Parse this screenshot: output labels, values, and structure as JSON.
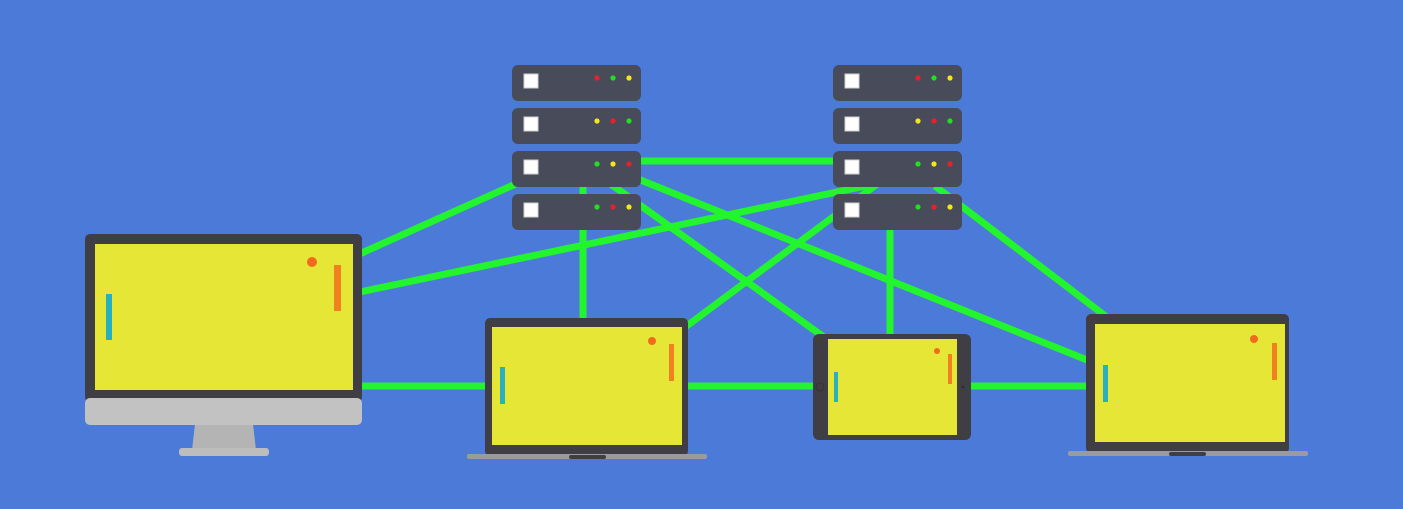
{
  "colors": {
    "background": "#4b7ad8",
    "link": "#22f52e",
    "server_body": "#484c5a",
    "device_frame": "#3e3e44",
    "screen": "#e6e636",
    "left_paddle": "#28b0c0",
    "right_paddle": "#f08020",
    "ball": "#f26a1e",
    "led_red": "#e8202a",
    "led_green": "#20e020",
    "led_yellow": "#f5e61a"
  },
  "servers": [
    {
      "name": "server-rack-1",
      "units": [
        [
          "red",
          "green",
          "yellow"
        ],
        [
          "yellow",
          "red",
          "green"
        ],
        [
          "green",
          "yellow",
          "red"
        ],
        [
          "green",
          "red",
          "yellow"
        ]
      ]
    },
    {
      "name": "server-rack-2",
      "units": [
        [
          "red",
          "green",
          "yellow"
        ],
        [
          "yellow",
          "red",
          "green"
        ],
        [
          "green",
          "yellow",
          "red"
        ],
        [
          "green",
          "red",
          "yellow"
        ]
      ]
    }
  ]
}
